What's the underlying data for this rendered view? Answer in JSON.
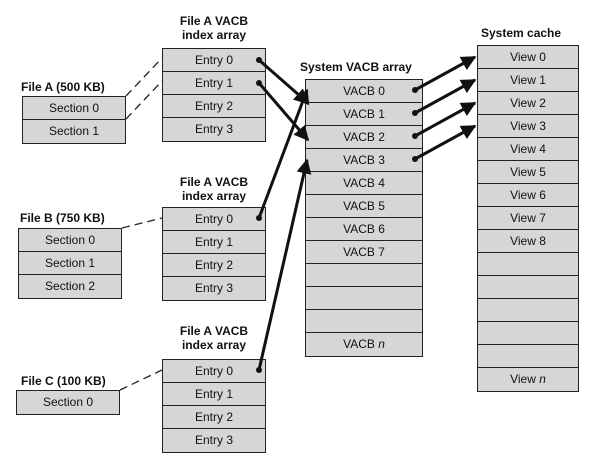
{
  "labels": {
    "file_a": "File A (500 KB)",
    "file_b": "File B (750 KB)",
    "file_c": "File C (100 KB)",
    "index_array_1_line1": "File A VACB",
    "index_array_1_line2": "index array",
    "index_array_2_line1": "File A VACB",
    "index_array_2_line2": "index array",
    "index_array_3_line1": "File A VACB",
    "index_array_3_line2": "index array",
    "system_vacb_array": "System VACB array",
    "system_cache": "System cache"
  },
  "file_a_sections": [
    "Section 0",
    "Section 1"
  ],
  "file_b_sections": [
    "Section 0",
    "Section 1",
    "Section 2"
  ],
  "file_c_sections": [
    "Section 0"
  ],
  "index_array_1": [
    "Entry 0",
    "Entry 1",
    "Entry 2",
    "Entry 3"
  ],
  "index_array_2": [
    "Entry 0",
    "Entry 1",
    "Entry 2",
    "Entry 3"
  ],
  "index_array_3": [
    "Entry 0",
    "Entry 1",
    "Entry 2",
    "Entry 3"
  ],
  "vacb_array": [
    "VACB 0",
    "VACB 1",
    "VACB 2",
    "VACB 3",
    "VACB 4",
    "VACB 5",
    "VACB 6",
    "VACB 7",
    "",
    "",
    "",
    "VACB n"
  ],
  "system_cache_views": [
    "View 0",
    "View 1",
    "View 2",
    "View 3",
    "View 4",
    "View 5",
    "View 6",
    "View 7",
    "View 8",
    "",
    "",
    "",
    "",
    "",
    "View n"
  ],
  "colors": {
    "cell_fill": "#d6d6d6",
    "line": "#222222"
  }
}
